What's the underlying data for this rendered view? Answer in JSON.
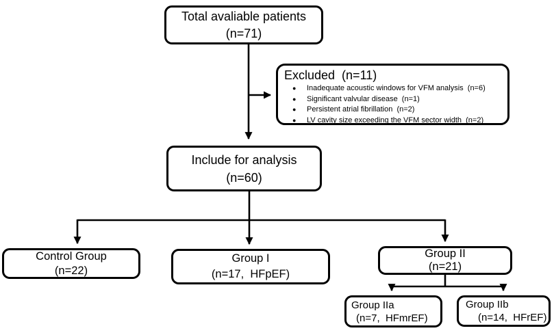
{
  "figure": {
    "total_box": {
      "line1": "Total avaliable patients",
      "line2": "(n=71)"
    },
    "excluded_box": {
      "title": "Excluded  (n=11)",
      "items": [
        "Inadequate acoustic windows for VFM analysis  (n=6)",
        "Significant valvular disease  (n=1)",
        "Persistent atrial fibrillation  (n=2)",
        "LV cavity size exceeding the VFM sector width  (n=2)"
      ]
    },
    "include_box": {
      "line1": "Include for analysis",
      "line2": "(n=60)"
    },
    "control_box": {
      "line1": "Control Group",
      "line2": "(n=22)"
    },
    "group1_box": {
      "line1": "Group I",
      "line2": "(n=17,  HFpEF)"
    },
    "group2_box": {
      "line1": "Group II",
      "line2": "(n=21)"
    },
    "group2a_box": {
      "line1": "Group IIa",
      "line2": "(n=7,  HFmrEF)"
    },
    "group2b_box": {
      "line1": "Group IIb",
      "line2": "(n=14,  HFrEF)"
    }
  },
  "icons": {
    "bullet": "●"
  },
  "colors": {
    "line": "#000000",
    "box_background": "#ffffff",
    "text": "#000000"
  }
}
